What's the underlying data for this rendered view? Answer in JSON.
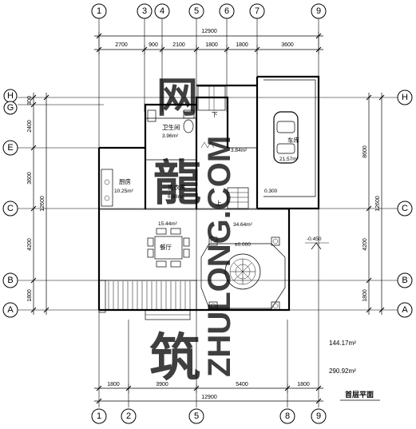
{
  "axes_top": [
    "1",
    "3",
    "4",
    "5",
    "6",
    "7",
    "9"
  ],
  "axes_bottom": [
    "1",
    "2",
    "5",
    "8",
    "9"
  ],
  "axes_left": [
    "H",
    "G",
    "E",
    "C",
    "B",
    "A"
  ],
  "axes_right": [
    "H",
    "C",
    "B",
    "A"
  ],
  "dims_top_total": "12900",
  "dims_top": [
    "2700",
    "900",
    "2100",
    "1800",
    "1800",
    "3600"
  ],
  "dims_bottom": [
    "1800",
    "3900",
    "5400",
    "1800"
  ],
  "dims_bottom_total": "12900",
  "dims_left": [
    "300",
    "2400",
    "3600",
    "4200",
    "1800"
  ],
  "dims_left_total": "12600",
  "dims_right": [
    "8600",
    "4200",
    "1800"
  ],
  "dims_right_total": "12600",
  "rooms": {
    "kitchen": "厨房",
    "kitchen_area": "10.25m²",
    "laundry": "洗衣房",
    "laundry_area": "6.98m²",
    "bath": "卫生间",
    "bath_area": "3.96m²",
    "small_room": "3.84m²",
    "dining": "餐厅",
    "dining_area": "15.44m²",
    "living_area": "34.64m²",
    "garage": "车库",
    "garage_area": "21.57m²",
    "stair_down": "下",
    "stair_up": "上"
  },
  "levels": {
    "garage_level": "0.300",
    "outdoor": "-0.450",
    "indoor": "±0.000"
  },
  "area_notes": [
    "144.17m²",
    "290.92m²"
  ],
  "plan_title": "首层平面",
  "watermarks": [
    "筑",
    "龍",
    "网",
    "ZHULONG.COM"
  ]
}
